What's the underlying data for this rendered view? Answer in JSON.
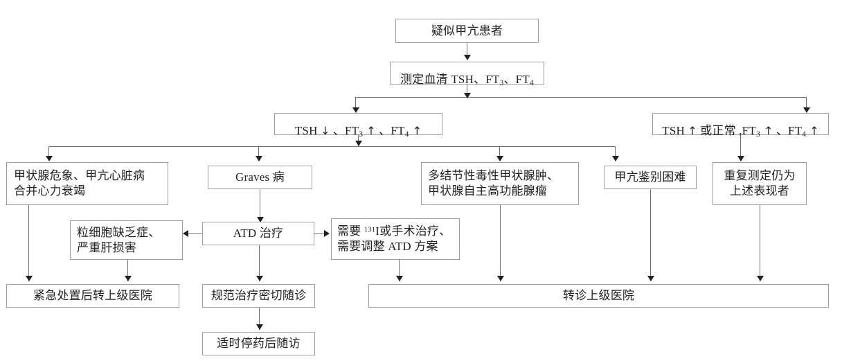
{
  "diagram": {
    "title": "疑似甲亢患者诊疗流程图",
    "line_color": "#6f6f6f",
    "box_border_color": "#9d9d9d",
    "text_color": "#231f20",
    "background": "#ffffff"
  },
  "nodes": {
    "suspected": {
      "label": "疑似甲亢患者"
    },
    "measure": {
      "prefix": "测定血清 TSH、FT",
      "sub1": "3",
      "mid": "、FT",
      "sub2": "4"
    },
    "cond_left": {
      "p1": "TSH ",
      "a1": "↓",
      "p2": " 、FT",
      "sub1": "3",
      "a2": " ↑",
      "p3": " 、FT",
      "sub2": "4",
      "a3": " ↑"
    },
    "cond_right": {
      "p1": "TSH ",
      "a1": "↑",
      "p2": " 或正常 ,FT",
      "sub1": "3",
      "a2": " ↑",
      "p3": " 、FT",
      "sub2": "4",
      "a3": " ↑"
    },
    "crisis": {
      "label": "甲状腺危象、甲亢心脏病\n合并心力衰竭"
    },
    "graves": {
      "label": "Graves 病"
    },
    "toxic_nodular": {
      "label": "多结节性毒性甲状腺肿、\n甲状腺自主高功能腺瘤"
    },
    "hard_diff": {
      "label": "甲亢鉴别困难"
    },
    "repeat_same": {
      "label": "重复测定仍为\n上述表现者"
    },
    "adverse": {
      "label": "粒细胞缺乏症、\n严重肝损害"
    },
    "atd": {
      "label": "ATD 治疗"
    },
    "need_i131": {
      "p1": "需要 ",
      "sup": "131",
      "p2": "I或手术治疗、",
      "line2": "需要调整 ATD 方案"
    },
    "emergency_referral": {
      "label": "紧急处置后转上级医院"
    },
    "standard_followup": {
      "label": "规范治疗密切随诊"
    },
    "stop_drug_followup": {
      "label": "适时停药后随访"
    },
    "referral": {
      "label": "转诊上级医院"
    }
  }
}
